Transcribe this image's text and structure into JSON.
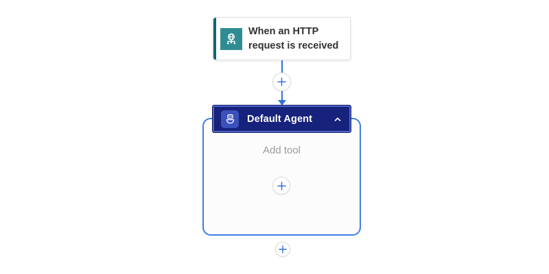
{
  "colors": {
    "accent_blue": "#3171d8",
    "container_border": "#3e7de0",
    "header_bg": "#16227c",
    "header_border": "#5063c6",
    "header_chip_bg": "#3b50bb",
    "trigger_accent": "#0f6672",
    "trigger_icon_bg": "#2f8c92",
    "muted_text": "#9a9a9a",
    "card_text": "#323130",
    "circle_border": "#d8d8d8"
  },
  "trigger_card": {
    "title_lines": [
      "When an HTTP",
      "request is received"
    ],
    "icon": "http-request-icon"
  },
  "agent": {
    "header_label": "Default Agent",
    "body_placeholder": "Add tool",
    "header_icon": "agent-robot-icon",
    "collapse_icon": "chevron-up-icon"
  },
  "flow_icons": {
    "insert_step": "plus-icon",
    "add_tool": "plus-icon",
    "add_step_below": "plus-icon",
    "connector": "arrow-down"
  }
}
